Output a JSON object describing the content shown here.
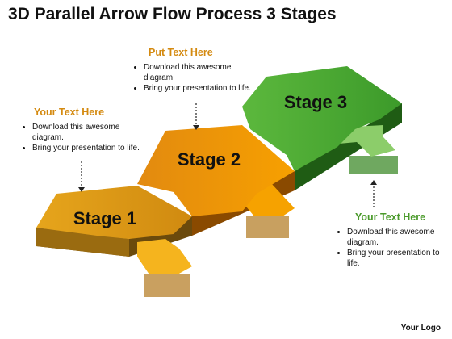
{
  "title": "3D Parallel Arrow Flow Process 3 Stages",
  "stages": [
    {
      "label": "Stage 1",
      "color": "#e3a21a"
    },
    {
      "label": "Stage 2",
      "color": "#f08a00"
    },
    {
      "label": "Stage 3",
      "color": "#4faa3a"
    }
  ],
  "callouts": [
    {
      "heading": "Your Text Here",
      "color": "#d48a10",
      "bullets": [
        "Download this awesome diagram.",
        "Bring your presentation to life."
      ]
    },
    {
      "heading": "Put Text Here",
      "color": "#d48a10",
      "bullets": [
        "Download this awesome diagram.",
        "Bring your presentation to life."
      ]
    },
    {
      "heading": "Your Text Here",
      "color": "#4a9a2a",
      "bullets": [
        "Download this awesome diagram.",
        "Bring your presentation to life."
      ]
    }
  ],
  "logo": "Your Logo"
}
